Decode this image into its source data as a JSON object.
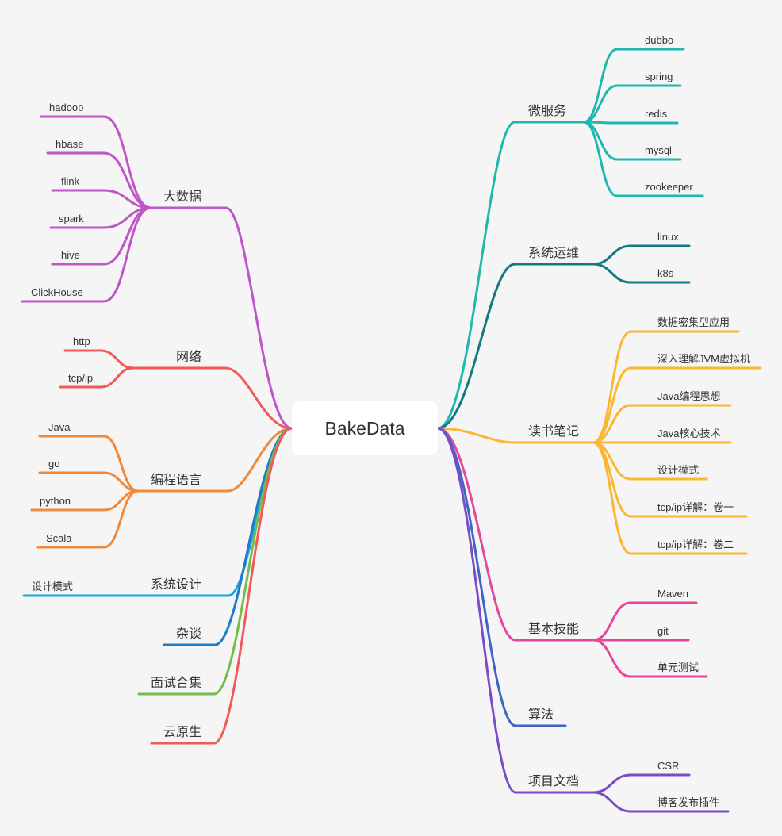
{
  "root": {
    "label": "BakeData"
  },
  "branches": [
    {
      "label": "大数据",
      "side": "left",
      "color": "#c054c9",
      "children": [
        {
          "label": "hadoop"
        },
        {
          "label": "hbase"
        },
        {
          "label": "flink"
        },
        {
          "label": "spark"
        },
        {
          "label": "hive"
        },
        {
          "label": "ClickHouse"
        }
      ]
    },
    {
      "label": "网络",
      "side": "left",
      "color": "#f25957",
      "children": [
        {
          "label": "http"
        },
        {
          "label": "tcp/ip"
        }
      ]
    },
    {
      "label": "编程语言",
      "side": "left",
      "color": "#f08a3a",
      "children": [
        {
          "label": "Java"
        },
        {
          "label": "go"
        },
        {
          "label": "python"
        },
        {
          "label": "Scala"
        }
      ]
    },
    {
      "label": "系统设计",
      "side": "left",
      "color": "#19a5e6",
      "children": [
        {
          "label": "设计模式"
        }
      ]
    },
    {
      "label": "杂谈",
      "side": "left",
      "color": "#1f7cc4",
      "children": []
    },
    {
      "label": "面试合集",
      "side": "left",
      "color": "#78bb4b",
      "children": []
    },
    {
      "label": "云原生",
      "side": "left",
      "color": "#f25957",
      "children": []
    },
    {
      "label": "微服务",
      "side": "right",
      "color": "#1fb7b0",
      "children": [
        {
          "label": "dubbo"
        },
        {
          "label": "spring"
        },
        {
          "label": "redis"
        },
        {
          "label": "mysql"
        },
        {
          "label": "zookeeper"
        }
      ]
    },
    {
      "label": "系统运维",
      "side": "right",
      "color": "#137a7f",
      "children": [
        {
          "label": "linux"
        },
        {
          "label": "k8s"
        }
      ]
    },
    {
      "label": "读书笔记",
      "side": "right",
      "color": "#fbb734",
      "children": [
        {
          "label": "数据密集型应用"
        },
        {
          "label": "深入理解JVM虚拟机"
        },
        {
          "label": "Java编程思想"
        },
        {
          "label": "Java核心技术"
        },
        {
          "label": "设计模式"
        },
        {
          "label": "tcp/ip详解：卷一"
        },
        {
          "label": "tcp/ip详解：卷二"
        }
      ]
    },
    {
      "label": "基本技能",
      "side": "right",
      "color": "#e5479b",
      "children": [
        {
          "label": "Maven"
        },
        {
          "label": "git"
        },
        {
          "label": "单元测试"
        }
      ]
    },
    {
      "label": "算法",
      "side": "right",
      "color": "#4164c6",
      "children": []
    },
    {
      "label": "项目文档",
      "side": "right",
      "color": "#7b4cc8",
      "children": [
        {
          "label": "CSR"
        },
        {
          "label": "博客发布插件"
        }
      ]
    }
  ]
}
